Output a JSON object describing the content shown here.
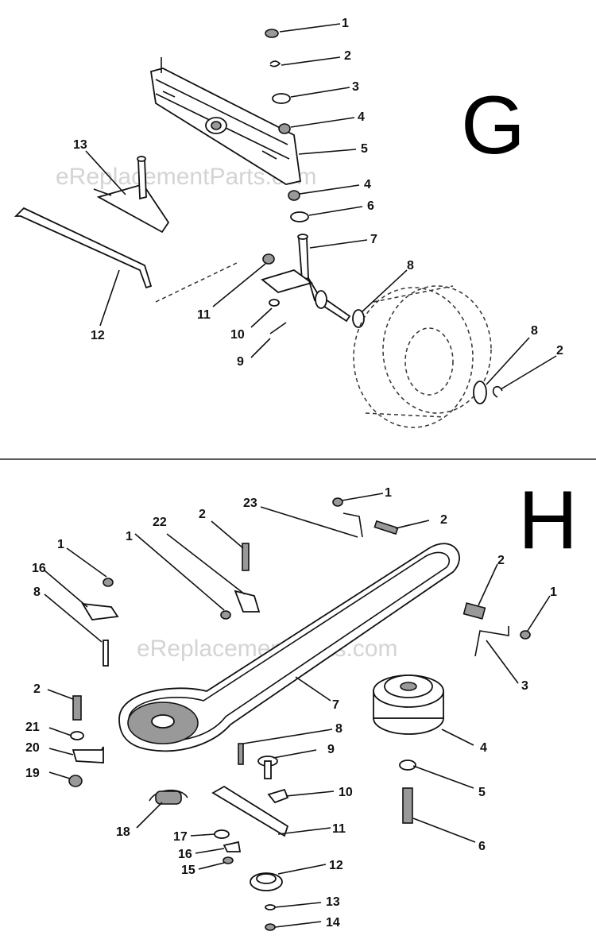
{
  "sections": [
    {
      "letter": "G",
      "watermark": "eReplacementParts.com",
      "callouts": [
        {
          "text": "1"
        },
        {
          "text": "2"
        },
        {
          "text": "3"
        },
        {
          "text": "4"
        },
        {
          "text": "5"
        },
        {
          "text": "4"
        },
        {
          "text": "6"
        },
        {
          "text": "7"
        },
        {
          "text": "8"
        },
        {
          "text": "13"
        },
        {
          "text": "11"
        },
        {
          "text": "12"
        },
        {
          "text": "10"
        },
        {
          "text": "9"
        },
        {
          "text": "8"
        },
        {
          "text": "2"
        }
      ]
    },
    {
      "letter": "H",
      "watermark": "eReplacementParts.com",
      "callouts": [
        {
          "text": "1"
        },
        {
          "text": "2"
        },
        {
          "text": "23"
        },
        {
          "text": "2"
        },
        {
          "text": "22"
        },
        {
          "text": "1"
        },
        {
          "text": "1"
        },
        {
          "text": "16"
        },
        {
          "text": "8"
        },
        {
          "text": "2"
        },
        {
          "text": "1"
        },
        {
          "text": "3"
        },
        {
          "text": "7"
        },
        {
          "text": "2"
        },
        {
          "text": "21"
        },
        {
          "text": "20"
        },
        {
          "text": "19"
        },
        {
          "text": "8"
        },
        {
          "text": "9"
        },
        {
          "text": "4"
        },
        {
          "text": "5"
        },
        {
          "text": "10"
        },
        {
          "text": "18"
        },
        {
          "text": "11"
        },
        {
          "text": "17"
        },
        {
          "text": "16"
        },
        {
          "text": "15"
        },
        {
          "text": "12"
        },
        {
          "text": "6"
        },
        {
          "text": "13"
        },
        {
          "text": "14"
        }
      ]
    }
  ]
}
